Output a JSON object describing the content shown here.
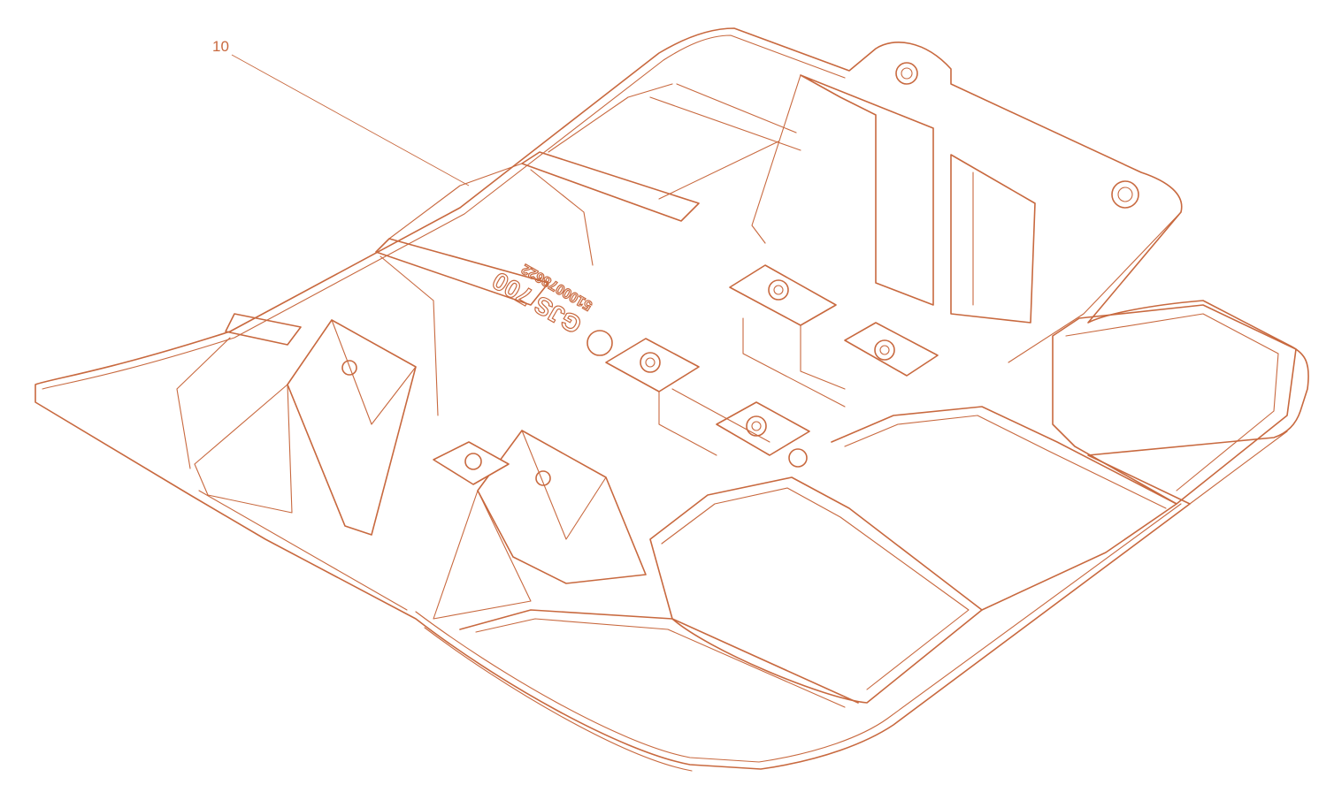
{
  "diagram": {
    "callout": {
      "label": "10"
    },
    "emboss": {
      "line1": "GJS 700",
      "line2": "5100078622"
    },
    "colors": {
      "line": "#c8693f",
      "background": "#ffffff"
    }
  }
}
